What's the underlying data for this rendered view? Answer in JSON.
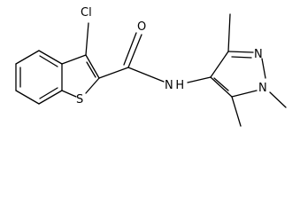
{
  "molecule": {
    "atom_labels": {
      "cl": "Cl",
      "o": "O",
      "s": "S",
      "nh": "N H",
      "n2": "N",
      "n1": "N"
    },
    "colors": {
      "bond": "#000000",
      "label": "#000000",
      "background": "#ffffff"
    }
  }
}
